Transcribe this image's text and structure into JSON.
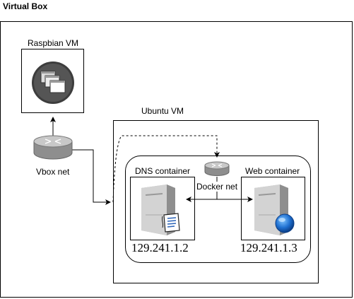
{
  "diagram": {
    "title": "Virtual Box",
    "raspbian": {
      "label": "Raspbian VM",
      "icon": "windows-stack-icon"
    },
    "vbox_net": {
      "label": "Vbox net",
      "icon": "router-icon"
    },
    "ubuntu": {
      "label": "Ubuntu VM"
    },
    "docker_net": {
      "label": "Docker net",
      "icon": "router-icon"
    },
    "dns_container": {
      "label": "DNS container",
      "ip": "129.241.1.2",
      "icon": "server-document-icon"
    },
    "web_container": {
      "label": "Web container",
      "ip": "129.241.1.3",
      "icon": "server-globe-icon"
    },
    "colors": {
      "stroke": "#000000",
      "server_gray": "#a9a9a9",
      "globe_blue": "#1e6fd0",
      "doc_blue": "#2a63b8"
    }
  }
}
